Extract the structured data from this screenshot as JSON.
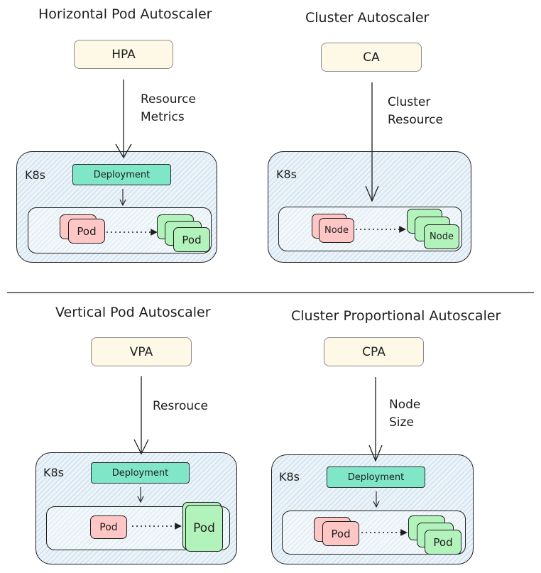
{
  "hpa": {
    "title": "Horizontal Pod Autoscaler",
    "box": "HPA",
    "edge_label_1": "Resource",
    "edge_label_2": "Metrics",
    "k8s": "K8s",
    "deployment": "Deployment",
    "source": "Pod",
    "target": "Pod"
  },
  "ca": {
    "title": "Cluster Autoscaler",
    "box": "CA",
    "edge_label_1": "Cluster",
    "edge_label_2": "Resource",
    "k8s": "K8s",
    "source": "Node",
    "target": "Node"
  },
  "vpa": {
    "title": "Vertical Pod Autoscaler",
    "box": "VPA",
    "edge_label_1": "Resrouce",
    "k8s": "K8s",
    "deployment": "Deployment",
    "source": "Pod",
    "target": "Pod"
  },
  "cpa": {
    "title": "Cluster Proportional Autoscaler",
    "box": "CPA",
    "edge_label_1": "Node",
    "edge_label_2": "Size",
    "k8s": "K8s",
    "deployment": "Deployment",
    "source": "Pod",
    "target": "Pod"
  },
  "colors": {
    "autoscaler_fill": "#fdf9e6",
    "deployment_fill": "#7fe6c8",
    "source_fill": "#ffc6c6",
    "target_fill": "#b2f2bb",
    "cluster_fill": "#eaf3f9",
    "stroke": "#1e1e1e"
  }
}
